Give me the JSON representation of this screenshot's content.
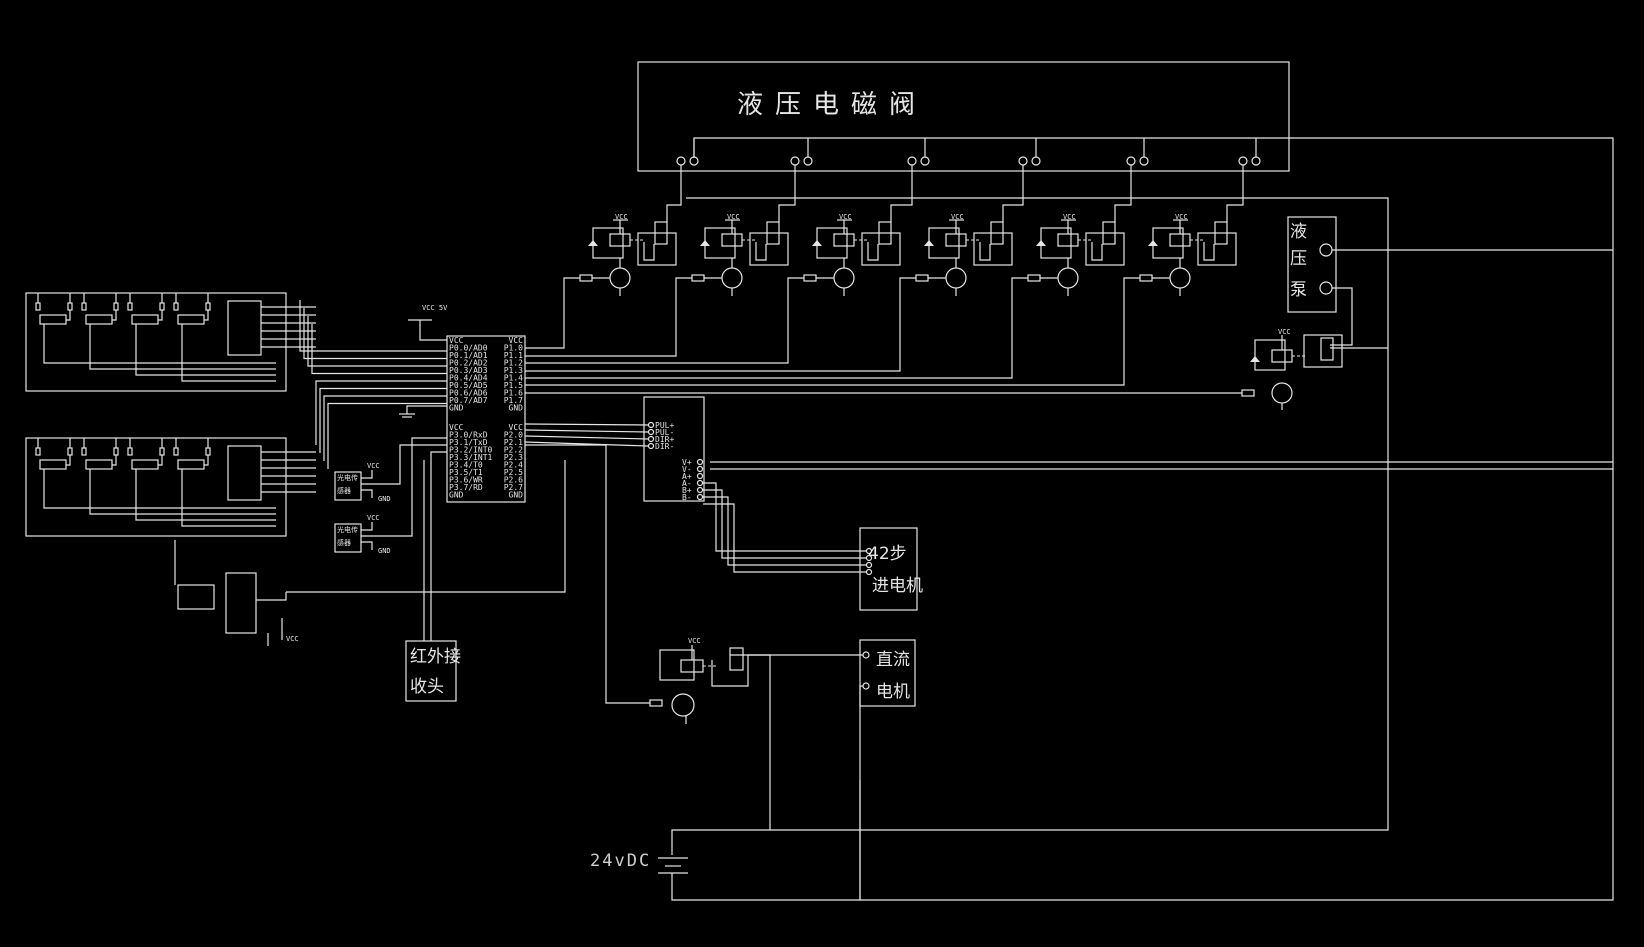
{
  "title": "液压电磁阀",
  "mcu": {
    "left_pins": [
      "VCC",
      "P0.0/AD0",
      "P0.1/AD1",
      "P0.2/AD2",
      "P0.3/AD3",
      "P0.4/AD4",
      "P0.5/AD5",
      "P0.6/AD6",
      "P0.7/AD7",
      "GND"
    ],
    "right_pins": [
      "VCC",
      "P1.0",
      "P1.1",
      "P1.2",
      "P1.3",
      "P1.4",
      "P1.5",
      "P1.6",
      "P1.7",
      "GND"
    ],
    "left_pins2": [
      "VCC",
      "P3.0/RxD",
      "P3.1/TxD",
      "P3.2/INT0",
      "P3.3/INT1",
      "P3.4/T0",
      "P3.5/T1",
      "P3.6/WR",
      "P3.7/RD",
      "GND"
    ],
    "right_pins2": [
      "VCC",
      "P2.0",
      "P2.1",
      "P2.2",
      "P2.3",
      "P2.4",
      "P2.5",
      "P2.6",
      "P2.7",
      "GND"
    ]
  },
  "labels": {
    "vcc5v": "VCC 5V",
    "vcc": "VCC",
    "gnd": "GND",
    "photo_sensor_1": "光电传",
    "photo_sensor_2": "感器",
    "ir_receiver_1": "红外接",
    "ir_receiver_2": "收头",
    "stepper_1": "42步",
    "stepper_2": "进电机",
    "dc_motor_1": "直流",
    "dc_motor_2": "电机",
    "pump_1": "液",
    "pump_2": "压",
    "pump_3": "泵",
    "power": "24vDC"
  },
  "driver": {
    "inputs": [
      "PUL+",
      "PUL-",
      "DIR+",
      "DIR-"
    ],
    "outputs": [
      "V+",
      "V-",
      "A+",
      "A-",
      "B+",
      "B-"
    ]
  },
  "relay_channels": 6
}
